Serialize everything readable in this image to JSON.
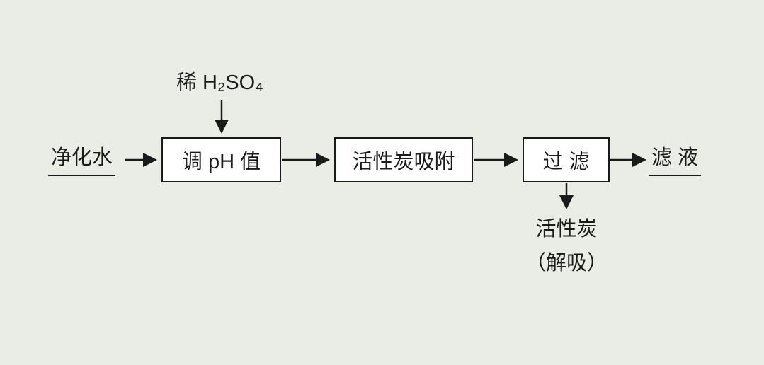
{
  "colors": {
    "background": "#e9ede5",
    "box_fill": "#ffffff",
    "line": "#1a1a1a"
  },
  "flow": {
    "reagent": "稀 H₂SO₄",
    "input": "净化水",
    "steps": [
      {
        "label": "调 pH 值"
      },
      {
        "label": "活性炭吸附"
      },
      {
        "label": "过 滤"
      }
    ],
    "output": "滤 液",
    "byproduct": {
      "line1": "活性炭",
      "line2": "（解吸）"
    }
  }
}
